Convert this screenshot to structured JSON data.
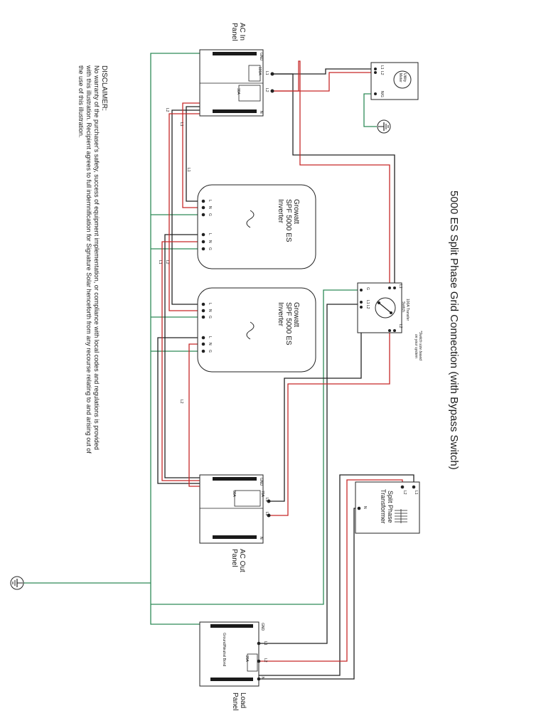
{
  "title": "5000 ES Split Phase Grid Connection (with Bypass Switch)",
  "disclaimer": {
    "heading": "DISCLAIMER:",
    "line1": "No warranty of the purchaser's safety, success of equipment implementation, or compliance with local codes and regulations is provided",
    "line2": "with this illustration. Recipient agrees to full indemnification for Signature Solar henceforth from any recourse relating to and arising out of",
    "line3": "the use of this illustration."
  },
  "ac_in_panel": {
    "name_line1": "AC In",
    "name_line2": "Panel",
    "gnd": "GND",
    "n": "N",
    "l1": "L1",
    "l2": "L2",
    "breaker_top": "100A",
    "breaker_bottom": "30A"
  },
  "ac_out_panel": {
    "name_line1": "AC Out",
    "name_line2": "Panel",
    "gnd": "GND",
    "n": "N",
    "l1": "L1",
    "l2": "L2",
    "breaker_top": "70A",
    "breaker_bottom": "30A"
  },
  "load_panel": {
    "name_line1": "Load",
    "name_line2": "Panel",
    "gnd": "GND",
    "n": "N",
    "l1": "L1",
    "l2": "L2",
    "bond": "Ground/Neutral Bond",
    "breaker": "20A"
  },
  "utility_meter": {
    "name_line1": "Utility",
    "name_line2": "Meter",
    "l1": "L1",
    "l2": "L2",
    "n": "N/G"
  },
  "inverter_1": {
    "line1": "Growatt",
    "line2": "SPF 5000 ES",
    "line3": "Inverter",
    "l": "L",
    "n": "N",
    "g": "G"
  },
  "inverter_2": {
    "line1": "Growatt",
    "line2": "SPF 5000 ES",
    "line3": "Inverter",
    "l": "L",
    "n": "N",
    "g": "G"
  },
  "transfer_switch": {
    "name_line1": "100A Transfer",
    "name_line2": "Switch",
    "note_line1": "*Switch size based",
    "note_line2": "on your system",
    "l1": "L1",
    "l2": "L2",
    "g": "G",
    "l1l2": "L1 L2"
  },
  "transformer": {
    "name_line1": "Split Phase",
    "name_line2": "Transformer",
    "l1": "L1",
    "l2": "L2",
    "n": "N"
  },
  "wire_labels": {
    "l1": "L1",
    "l2": "L2"
  },
  "colors": {
    "hot_l1": "#222222",
    "hot_l2": "#c62828",
    "ground": "#2e8b57"
  }
}
